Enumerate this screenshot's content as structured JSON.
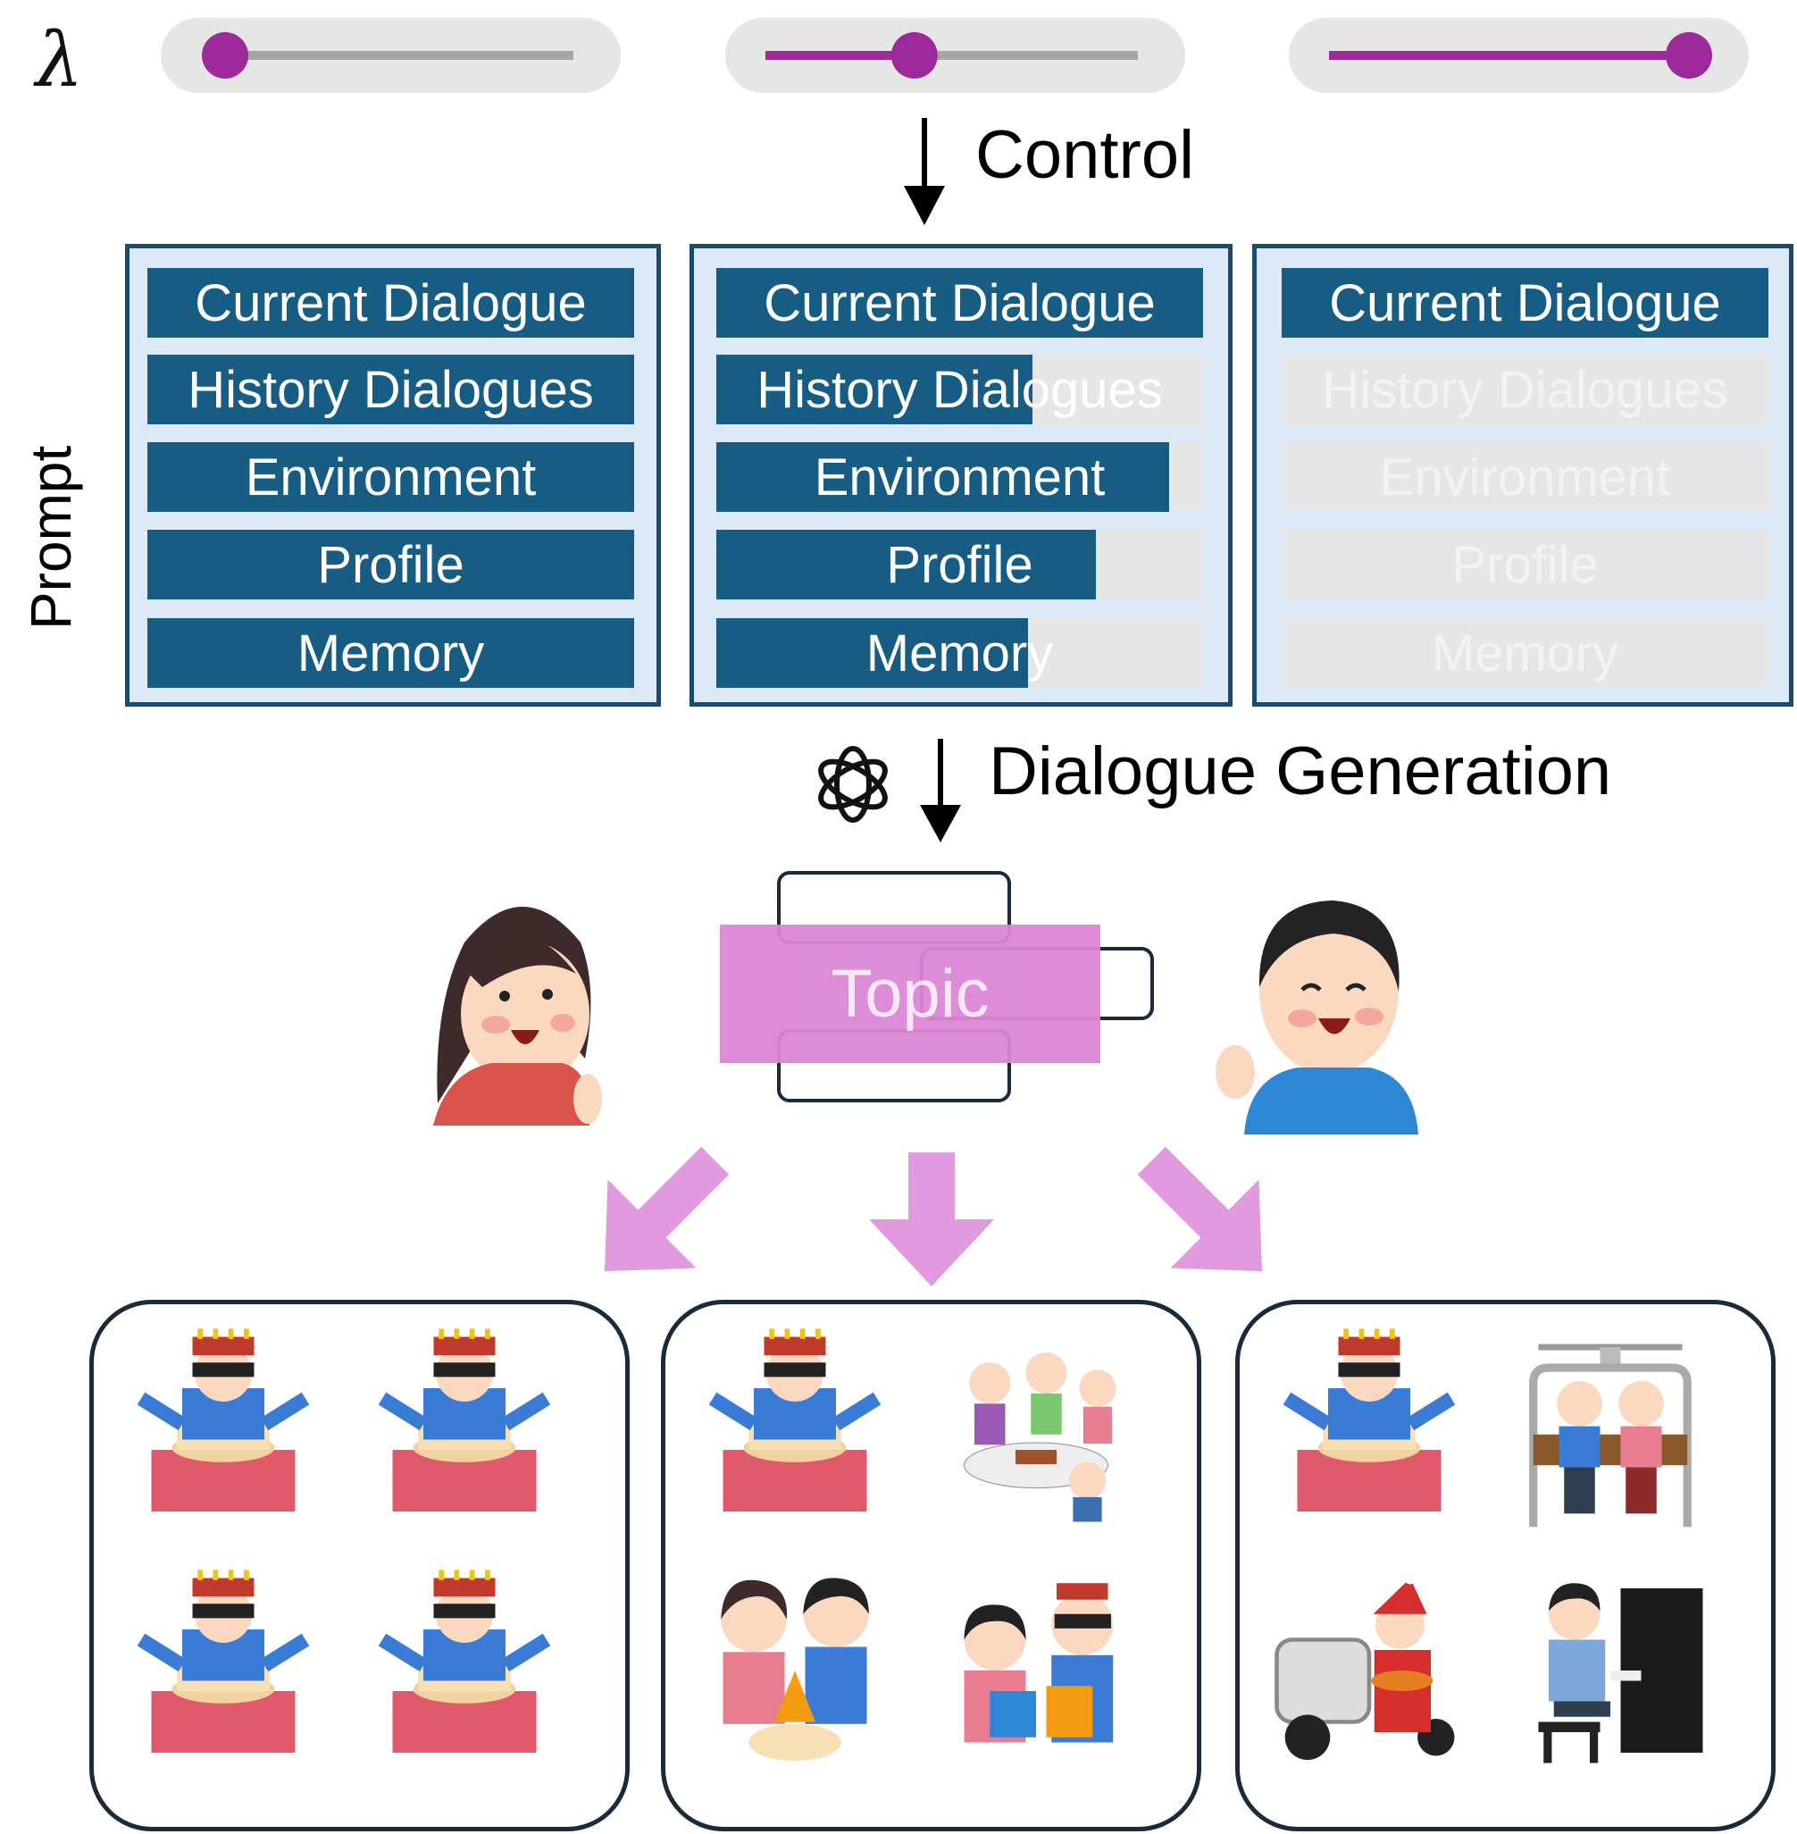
{
  "lambda_symbol": "λ",
  "control_label": "Control",
  "prompt_label": "Prompt",
  "generation_label": "Dialogue Generation",
  "topic_label": "Topic",
  "sliders": [
    {
      "value": 0.0
    },
    {
      "value": 0.4
    },
    {
      "value": 1.0
    }
  ],
  "panels": [
    {
      "items": [
        {
          "label": "Current Dialogue",
          "fill": 1.0
        },
        {
          "label": "History Dialogues",
          "fill": 1.0
        },
        {
          "label": "Environment",
          "fill": 1.0
        },
        {
          "label": "Profile",
          "fill": 1.0
        },
        {
          "label": "Memory",
          "fill": 1.0
        }
      ]
    },
    {
      "items": [
        {
          "label": "Current Dialogue",
          "fill": 1.0
        },
        {
          "label": "History Dialogues",
          "fill": 0.65
        },
        {
          "label": "Environment",
          "fill": 0.93
        },
        {
          "label": "Profile",
          "fill": 0.78
        },
        {
          "label": "Memory",
          "fill": 0.64
        }
      ]
    },
    {
      "items": [
        {
          "label": "Current Dialogue",
          "fill": 1.0
        },
        {
          "label": "History Dialogues",
          "fill": 0.0
        },
        {
          "label": "Environment",
          "fill": 0.0
        },
        {
          "label": "Profile",
          "fill": 0.0
        },
        {
          "label": "Memory",
          "fill": 0.0
        }
      ]
    }
  ],
  "colors": {
    "accent": "#9c2a9b",
    "bar_fill": "#175d83",
    "panel_bg": "#dce9f7",
    "topic": "#dc86d6",
    "arrow_pink": "#e09add"
  },
  "result_groups": [
    {
      "thumbs": [
        "birthday-boy-icon",
        "birthday-boy-icon",
        "birthday-boy-icon",
        "birthday-boy-icon"
      ]
    },
    {
      "thumbs": [
        "birthday-boy-icon",
        "party-group-icon",
        "couple-cake-icon",
        "gift-exchange-icon"
      ]
    },
    {
      "thumbs": [
        "birthday-boy-icon",
        "ski-lift-couple-icon",
        "santa-pizza-delivery-icon",
        "piano-player-icon"
      ]
    }
  ]
}
